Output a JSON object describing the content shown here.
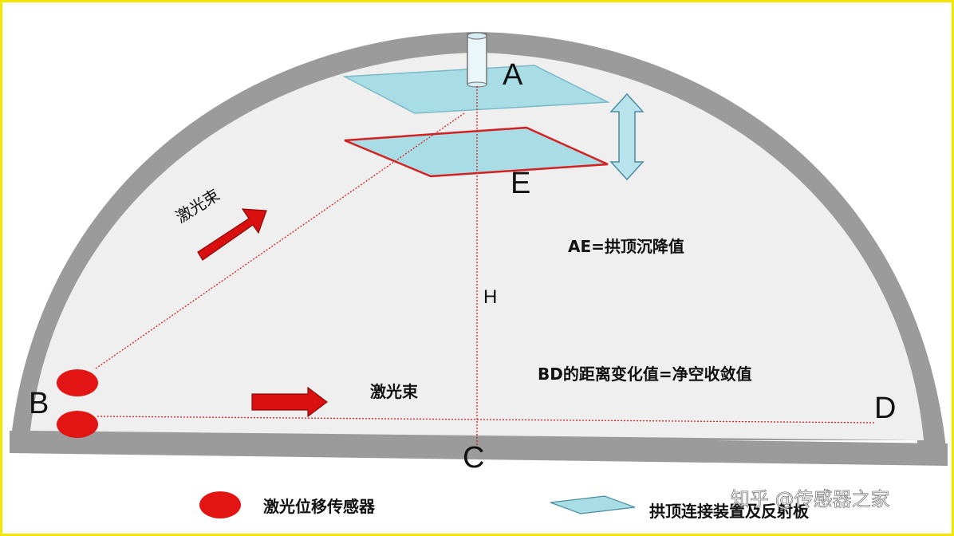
{
  "points": {
    "A": "A",
    "E": "E",
    "B": "B",
    "C": "C",
    "D": "D",
    "H": "H"
  },
  "annotations": {
    "laser_beam_diag": "激光束",
    "laser_beam_horiz": "激光束",
    "ae_caption": "AE=拱顶沉降值",
    "bd_caption": "BD的距离变化值=净空收敛值"
  },
  "legend": {
    "sensor_label": "激光位移传感器",
    "plate_label": "拱顶连接装置及反射板"
  },
  "watermark": "知乎 @传感器之家",
  "colors": {
    "tunnel_wall": "#9b9b9b",
    "tunnel_fill": "#efefef",
    "plate_fill": "#a9dde6",
    "plate_border_red": "#d42020",
    "sensor_red": "#e31414",
    "arrow_red": "#d90f0f",
    "double_arrow": "#b9e3ec",
    "frame": "#f2e600"
  }
}
